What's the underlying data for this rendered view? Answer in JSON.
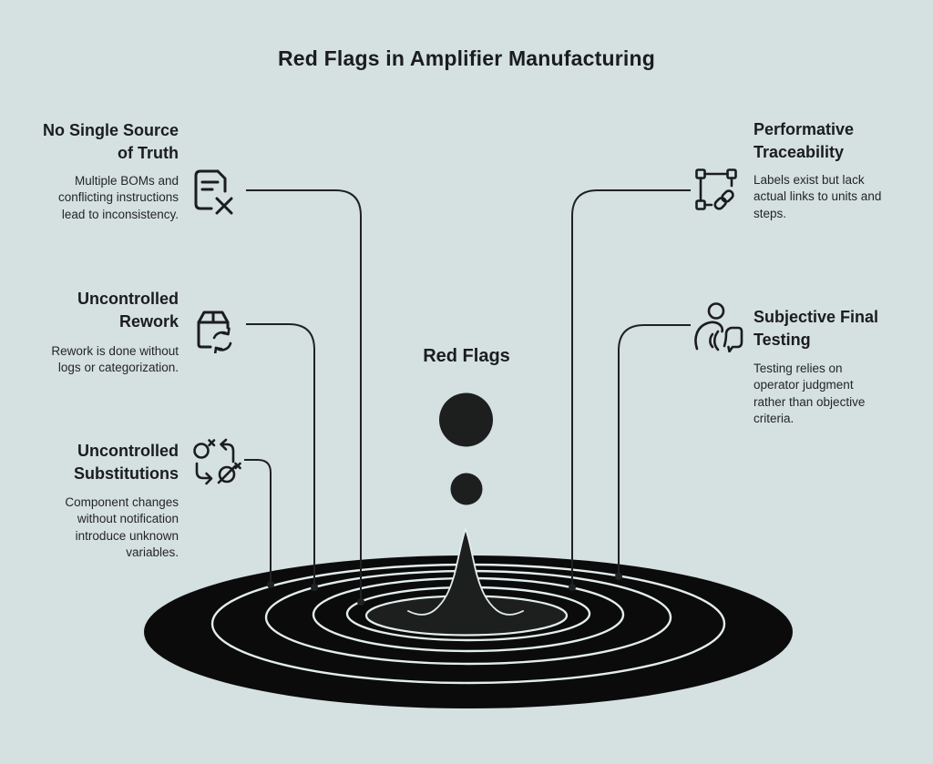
{
  "title": "Red Flags in Amplifier Manufacturing",
  "center_label": "Red Flags",
  "colors": {
    "background": "#d5e0e1",
    "ink": "#1b1d1d",
    "pool": "#0b0b0b",
    "pool_inner": "#1d1f1f",
    "ripple_line": "#e4eded"
  },
  "items": [
    {
      "heading": "No Single Source\nof Truth",
      "body": "Multiple BOMs and\nconflicting instructions\nlead to inconsistency.",
      "icon": "document-x-icon"
    },
    {
      "heading": "Uncontrolled\nRework",
      "body": "Rework is done without\nlogs or categorization.",
      "icon": "box-recycle-icon"
    },
    {
      "heading": "Uncontrolled\nSubstitutions",
      "body": "Component changes\nwithout notification\nintroduce unknown\nvariables.",
      "icon": "swap-replace-icon"
    },
    {
      "heading": "Performative\nTraceability",
      "body": "Labels exist but lack\nactual links to units and\nsteps.",
      "icon": "selection-link-icon"
    },
    {
      "heading": "Subjective Final\nTesting",
      "body": "Testing relies on\noperator judgment\nrather than objective\ncriteria.",
      "icon": "person-gesture-icon"
    }
  ]
}
